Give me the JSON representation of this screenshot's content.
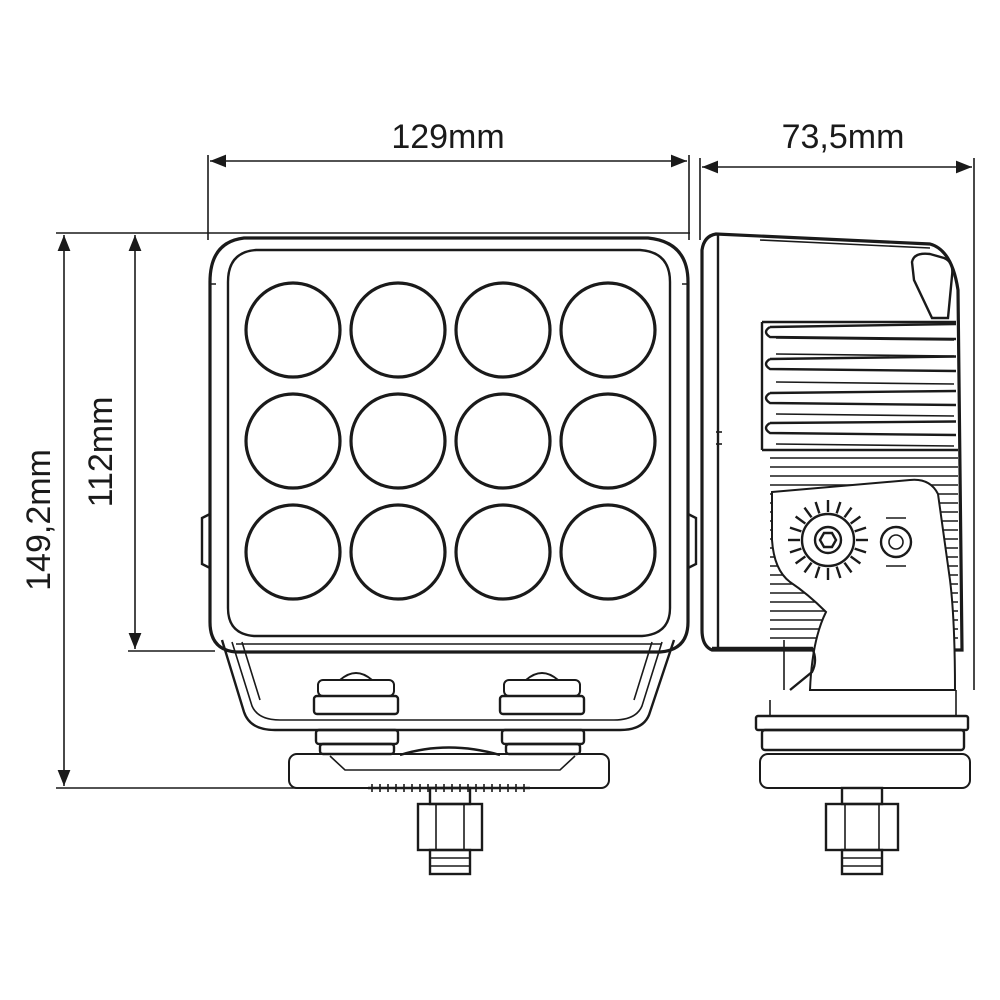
{
  "dimensions": {
    "width_front": "129mm",
    "depth_side": "73,5mm",
    "height_total": "149,2mm",
    "height_housing": "112mm"
  },
  "front_view": {
    "led_rows": 3,
    "led_cols": 4
  }
}
